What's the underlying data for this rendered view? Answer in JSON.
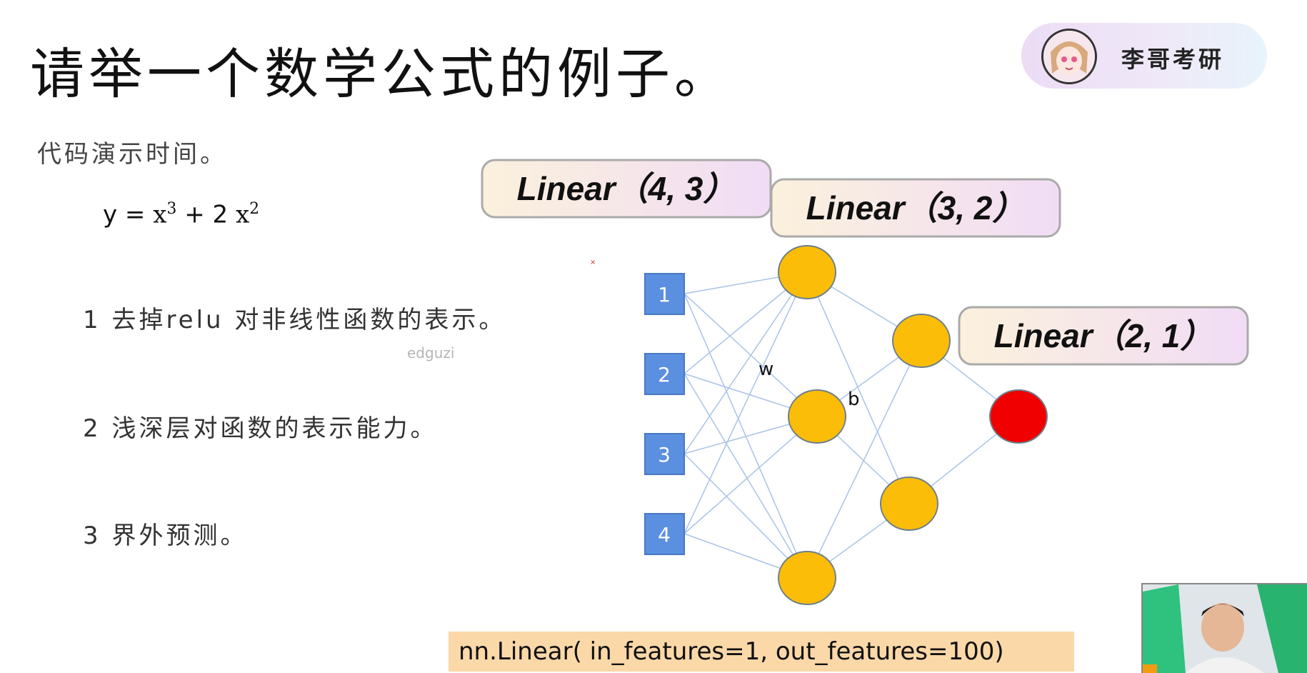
{
  "header": {
    "title": "请举一个数学公式的例子。",
    "brand_name": "李哥考研"
  },
  "main": {
    "subtitle": "代码演示时间。",
    "formula": {
      "lhs": "y =",
      "term1": "x",
      "exp1": "3",
      "plus": "+ 2",
      "term2": "x",
      "exp2": "2"
    },
    "points": [
      "1 去掉relu 对非线性函数的表示。",
      "2 浅深层对函数的表示能力。",
      "3 界外预测。"
    ],
    "watermark": "edguzi",
    "code": "nn.Linear( in_features=1, out_features=100)"
  },
  "diagram": {
    "layer_labels": [
      "Linear（4, 3）",
      "Linear（3, 2）",
      "Linear（2, 1）"
    ],
    "input_nodes": [
      "1",
      "2",
      "3",
      "4"
    ],
    "weight_label": "w",
    "bias_label": "b",
    "colors": {
      "input": "#5b8fe0",
      "hidden": "#fbbd08",
      "output": "#f00000",
      "edge": "#a9c3e6",
      "label_box_start": "#fbf1dc",
      "label_box_end": "#f1dcf6"
    }
  }
}
